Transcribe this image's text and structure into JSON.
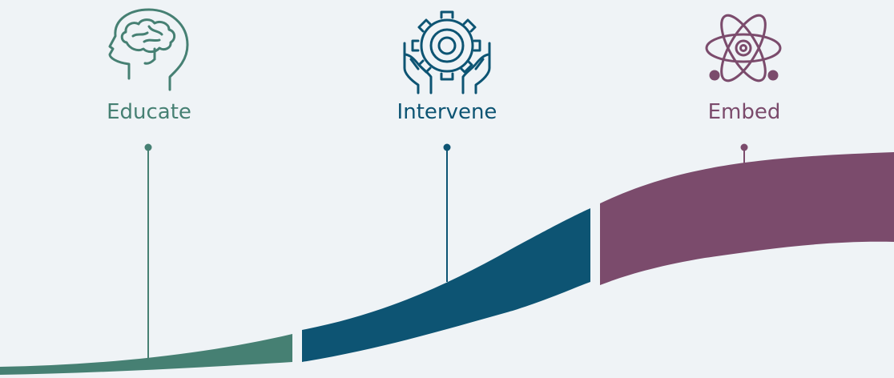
{
  "background": "#eff3f6",
  "stages": [
    {
      "label": "Educate",
      "icon": "brain-head-icon",
      "color": "#468073"
    },
    {
      "label": "Intervene",
      "icon": "hands-gear-icon",
      "color": "#0d5473"
    },
    {
      "label": "Embed",
      "icon": "atom-icon",
      "color": "#7b4b6c"
    }
  ]
}
